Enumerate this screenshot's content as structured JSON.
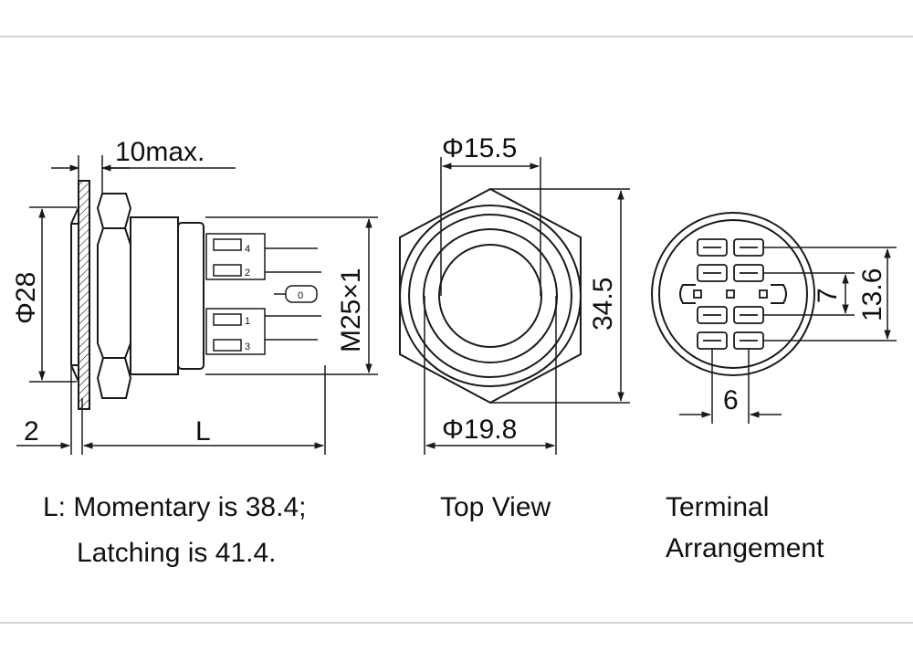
{
  "side_view": {
    "top_dimension": "10max.",
    "diameter_label": "Φ28",
    "bezel_label": "2",
    "length_label": "L",
    "thread_label": "M25×1",
    "terminal_numbers": {
      "four": "4",
      "two": "2",
      "zero": "0",
      "one": "1",
      "three": "3"
    }
  },
  "top_view": {
    "inner_diameter": "Φ15.5",
    "outer_diameter": "Φ19.8",
    "across_flats": "34.5",
    "caption": "Top View"
  },
  "terminal_view": {
    "width_label": "6",
    "inner_spacing": "7",
    "outer_spacing": "13.6",
    "caption_line1": "Terminal",
    "caption_line2": "Arrangement"
  },
  "note": {
    "line1": "L: Momentary is 38.4;",
    "line2": "Latching is 41.4."
  },
  "colors": {
    "line": "#1a1a1a",
    "background": "#ffffff"
  }
}
